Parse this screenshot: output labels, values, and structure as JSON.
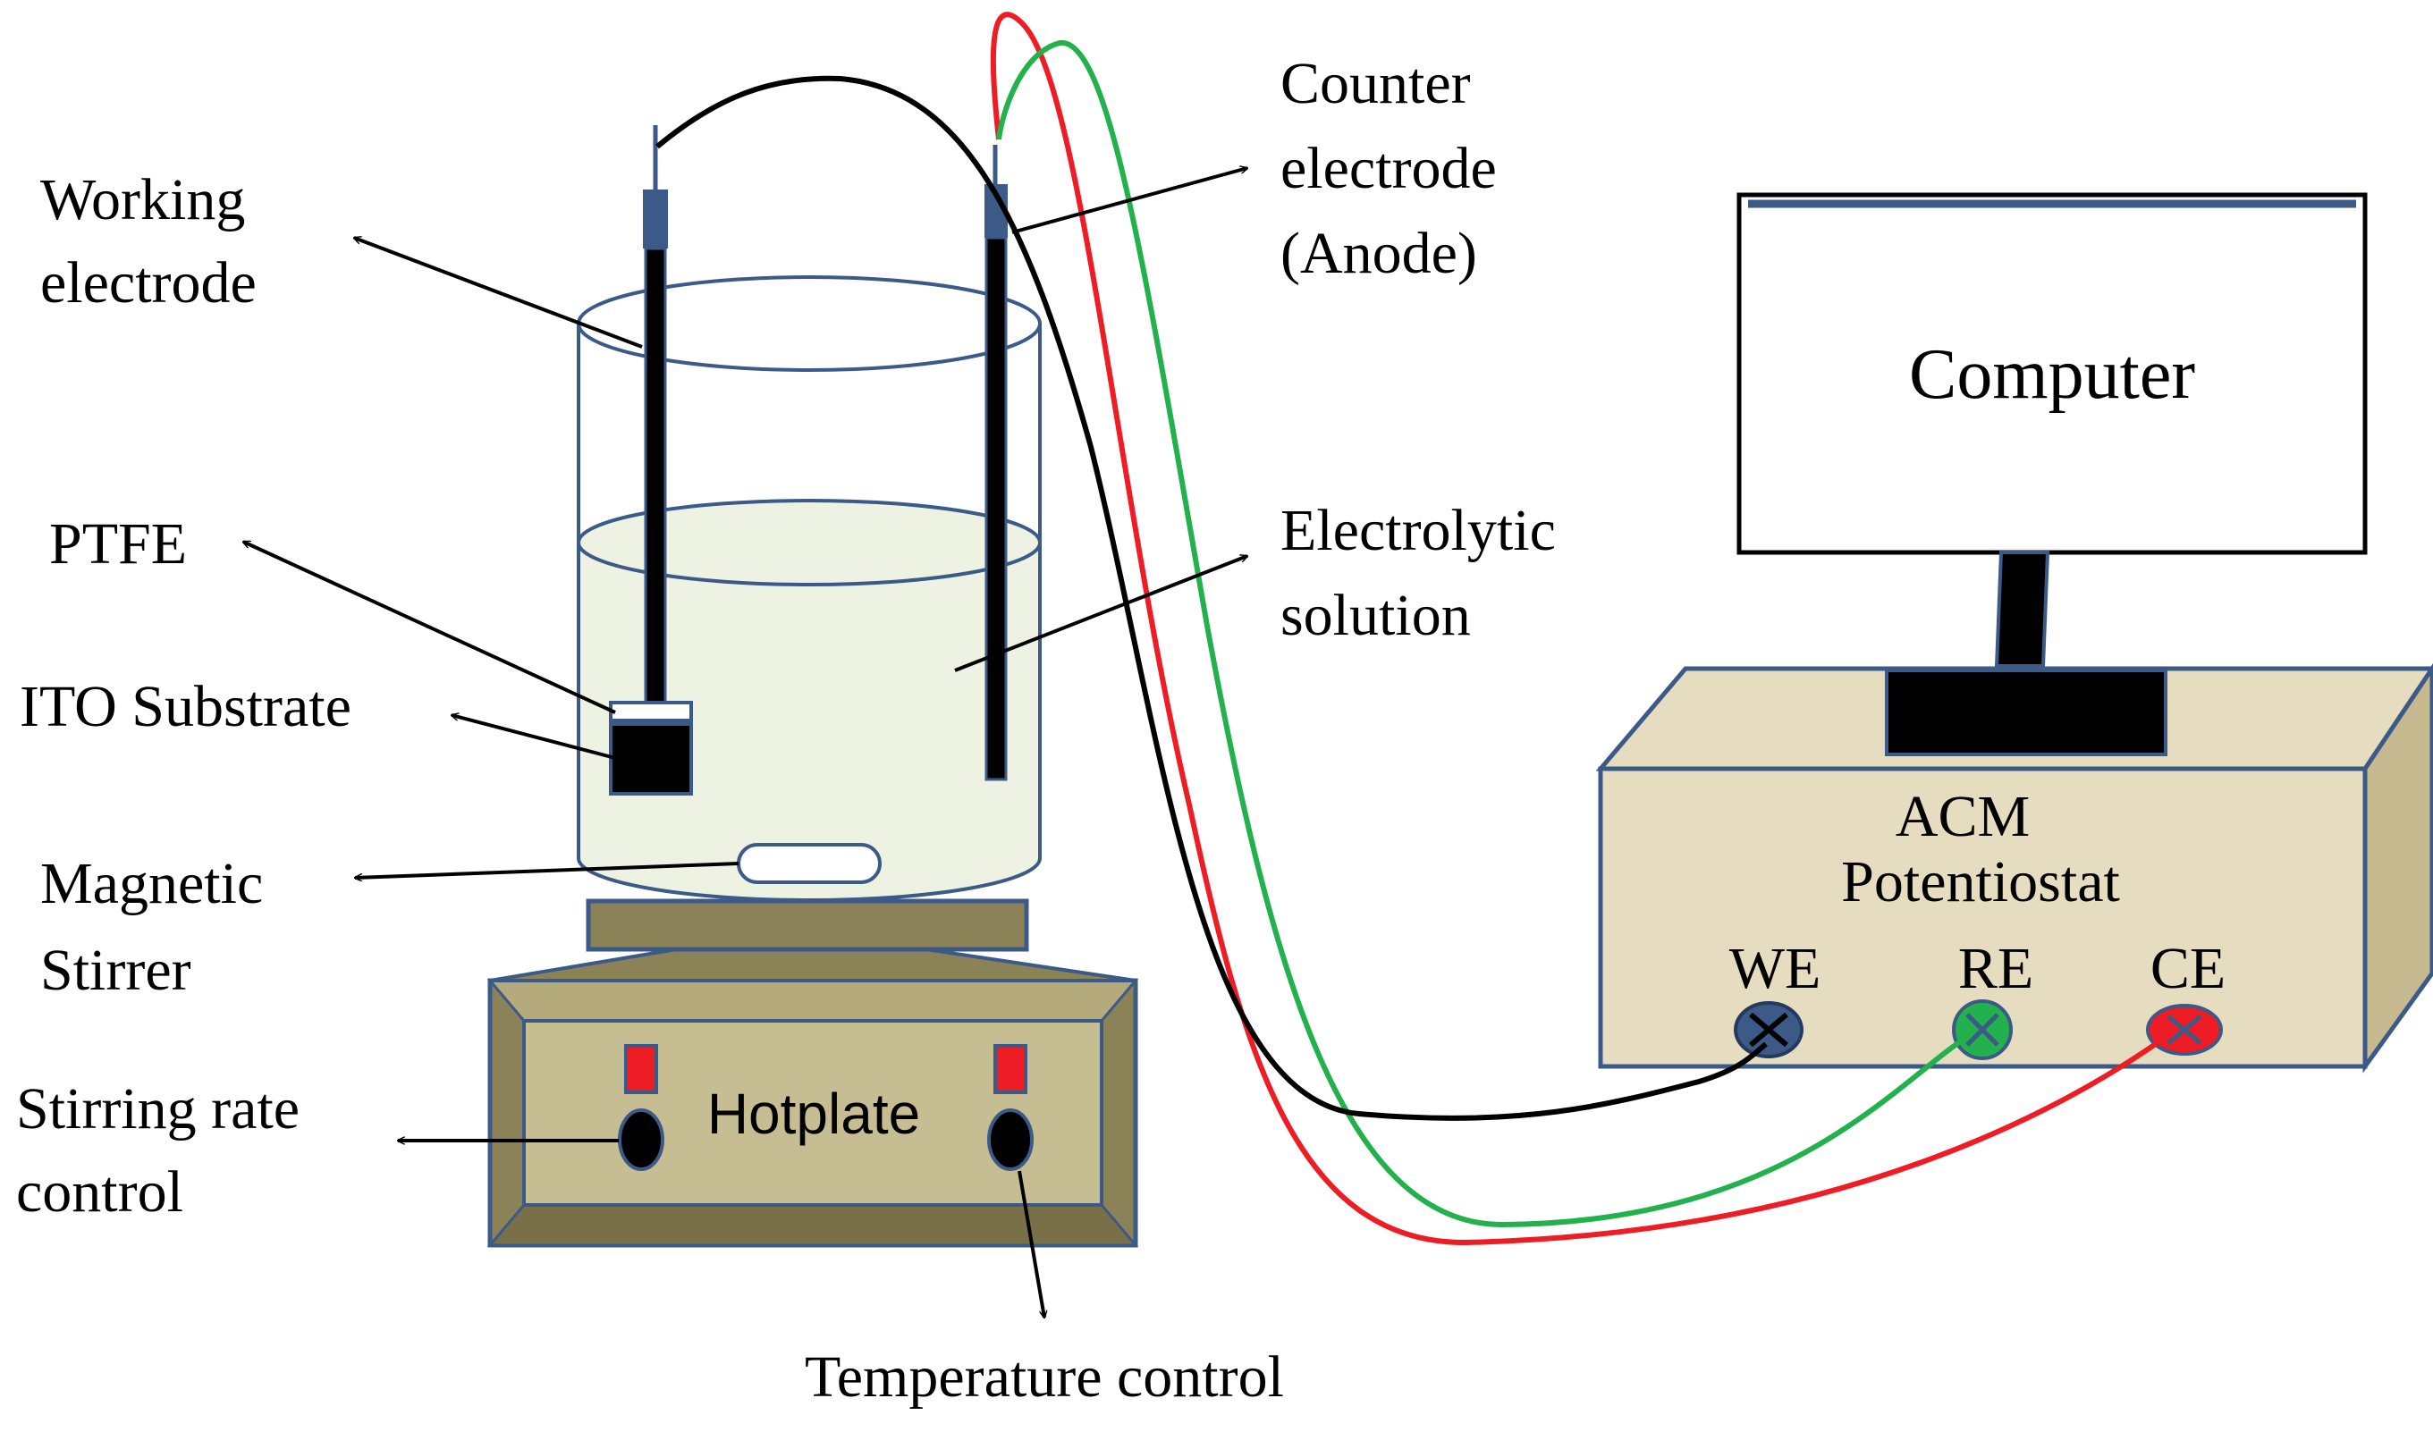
{
  "labels": {
    "working_electrode": [
      "Working",
      "electrode"
    ],
    "counter_electrode": [
      "Counter",
      "electrode",
      "(Anode)"
    ],
    "ptfe": "PTFE",
    "ito_substrate": "ITO Substrate",
    "electrolytic_solution": [
      "Electrolytic",
      "solution"
    ],
    "magnetic_stirrer": [
      "Magnetic",
      "Stirrer"
    ],
    "stirring_rate_control": [
      "Stirring rate",
      "control"
    ],
    "temperature_control": "Temperature control",
    "hotplate": "Hotplate",
    "computer": "Computer",
    "potentiostat": [
      "ACM",
      "Potentiostat"
    ],
    "ports": [
      "WE",
      "RE",
      "CE"
    ]
  },
  "colors": {
    "we_wire": "#000000",
    "re_wire": "#22b14c",
    "ce_wire": "#ee1c24",
    "solution": "#eef2e3",
    "hotplate_body": "#c7bd92",
    "potentiostat_body": "#e6dcc0",
    "electrode": "#3c5a87"
  }
}
